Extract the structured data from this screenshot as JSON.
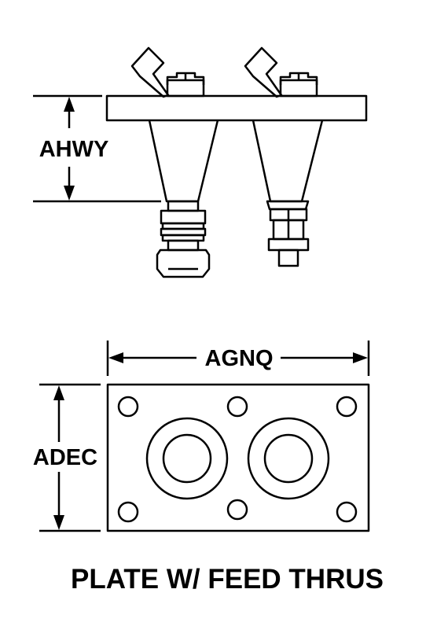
{
  "labels": {
    "side_height": "AHWY",
    "plate_width": "AGNQ",
    "plate_height": "ADEC",
    "caption": "PLATE W/ FEED THRUS"
  },
  "colors": {
    "line": "#000000",
    "background": "#ffffff"
  }
}
